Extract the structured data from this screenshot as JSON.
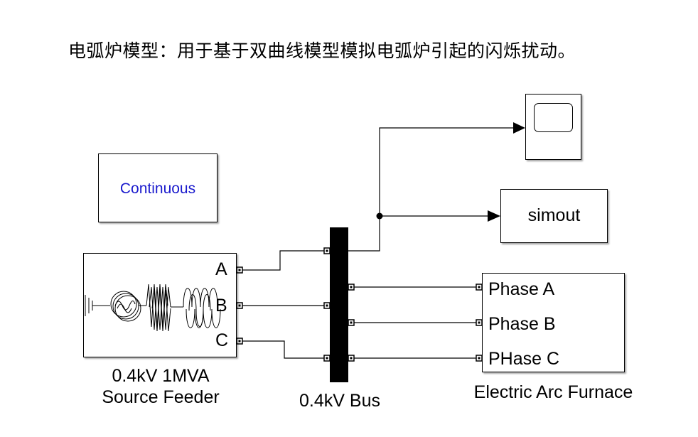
{
  "title": "电弧炉模型：用于基于双曲线模型模拟电弧炉引起的闪烁扰动。",
  "powergui": {
    "label": "Continuous"
  },
  "scope": {
    "icon": "scope-icon"
  },
  "simout": {
    "label": "simout"
  },
  "source_feeder": {
    "ports": [
      "A",
      "B",
      "C"
    ],
    "caption_line1": "0.4kV 1MVA",
    "caption_line2": "Source Feeder",
    "icon": "three-phase-source-icon"
  },
  "bus": {
    "caption": "0.4kV Bus"
  },
  "furnace": {
    "ports": [
      "Phase A",
      "Phase B",
      "PHase C"
    ],
    "caption": "Electric Arc Furnace"
  }
}
